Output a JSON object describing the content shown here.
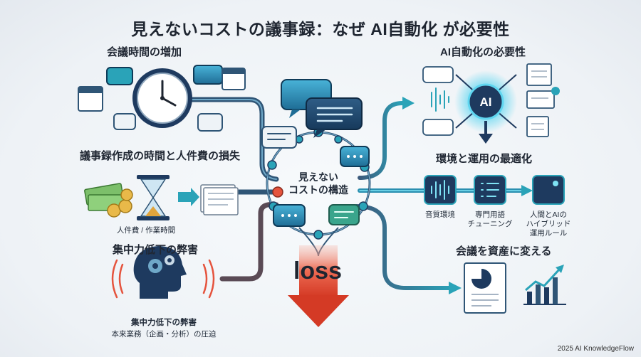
{
  "title": "見えないコストの議事録：なぜ AI自動化 が必要性",
  "left": {
    "meeting_time": {
      "heading": "会議時間の増加"
    },
    "minutes_cost": {
      "heading": "議事録作成の時間と人件費の損失",
      "caption": "人件費 / 作業時間"
    },
    "concentration": {
      "heading": "集中力低下の弊害",
      "caption_title": "集中力低下の弊害",
      "caption_detail": "本来業務（企画・分析）の圧迫"
    }
  },
  "center": {
    "hub_line1": "見えない",
    "hub_line2": "コストの構造",
    "loss_label": "loss",
    "ai_badge": "AI"
  },
  "right": {
    "ai_need": {
      "heading": "AI自動化の必要性"
    },
    "optimize": {
      "heading": "環境と運用の最適化",
      "items": [
        {
          "label": "音質環境"
        },
        {
          "label_line1": "専門用語",
          "label_line2": "チューニング"
        },
        {
          "label_line1": "人間とAIの",
          "label_line2": "ハイブリッド",
          "label_line3": "運用ルール"
        }
      ]
    },
    "asset": {
      "heading": "会議を資産に変える"
    }
  },
  "footer": "2025 AI KnowledgeFlow",
  "colors": {
    "navy": "#1e3a5f",
    "teal": "#2aa3b8",
    "accent_red": "#e5533d",
    "cyan_glow": "#5fd6f0"
  }
}
